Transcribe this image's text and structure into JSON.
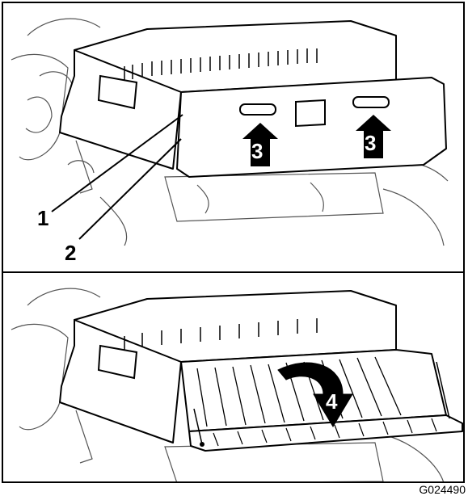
{
  "figure": {
    "id_code": "G024490",
    "callouts_top": [
      "1",
      "2",
      "3",
      "3"
    ],
    "callouts_bottom": [
      "4"
    ]
  }
}
